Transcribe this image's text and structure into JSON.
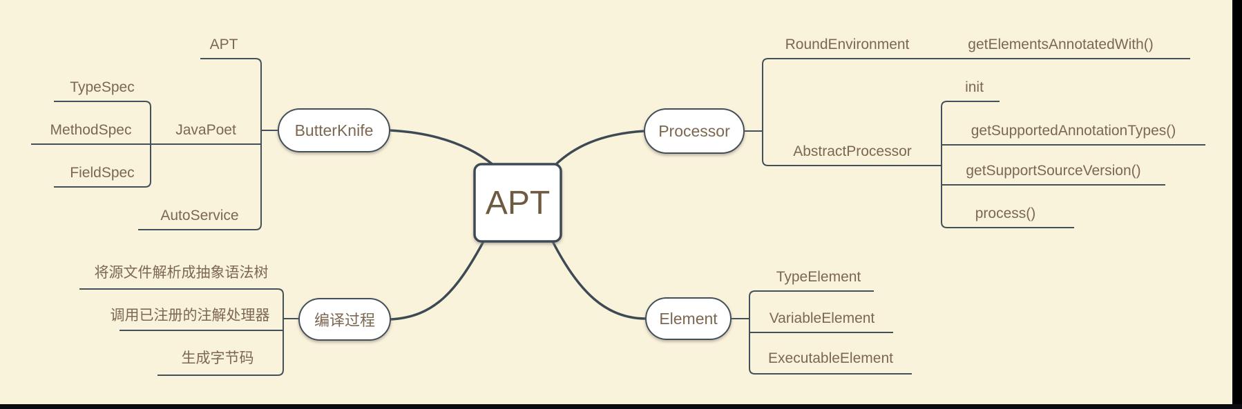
{
  "colors": {
    "background": "#faf3dc",
    "line": "#43505a",
    "text": "#7c6751",
    "root_text": "#6e5a41",
    "node_fill": "#ffffff",
    "screen_edge": "#0b0c10"
  },
  "root": {
    "label": "APT"
  },
  "branches": [
    {
      "label": "ButterKnife",
      "side": "top-left",
      "children": [
        {
          "label": "APT"
        },
        {
          "label": "JavaPoet",
          "children": [
            {
              "label": "TypeSpec"
            },
            {
              "label": "MethodSpec"
            },
            {
              "label": "FieldSpec"
            }
          ]
        },
        {
          "label": "AutoService"
        }
      ]
    },
    {
      "label": "Processor",
      "side": "top-right",
      "children": [
        {
          "label": "RoundEnvironment",
          "children": [
            {
              "label": "getElementsAnnotatedWith()"
            }
          ]
        },
        {
          "label": "AbstractProcessor",
          "children": [
            {
              "label": "init"
            },
            {
              "label": "getSupportedAnnotationTypes()"
            },
            {
              "label": "getSupportSourceVersion()"
            },
            {
              "label": "process()"
            }
          ]
        }
      ]
    },
    {
      "label": "编译过程",
      "side": "bottom-left",
      "children": [
        {
          "label": "将源文件解析成抽象语法树"
        },
        {
          "label": "调用已注册的注解处理器"
        },
        {
          "label": "生成字节码"
        }
      ]
    },
    {
      "label": "Element",
      "side": "bottom-right",
      "children": [
        {
          "label": "TypeElement"
        },
        {
          "label": "VariableElement"
        },
        {
          "label": "ExecutableElement"
        }
      ]
    }
  ]
}
